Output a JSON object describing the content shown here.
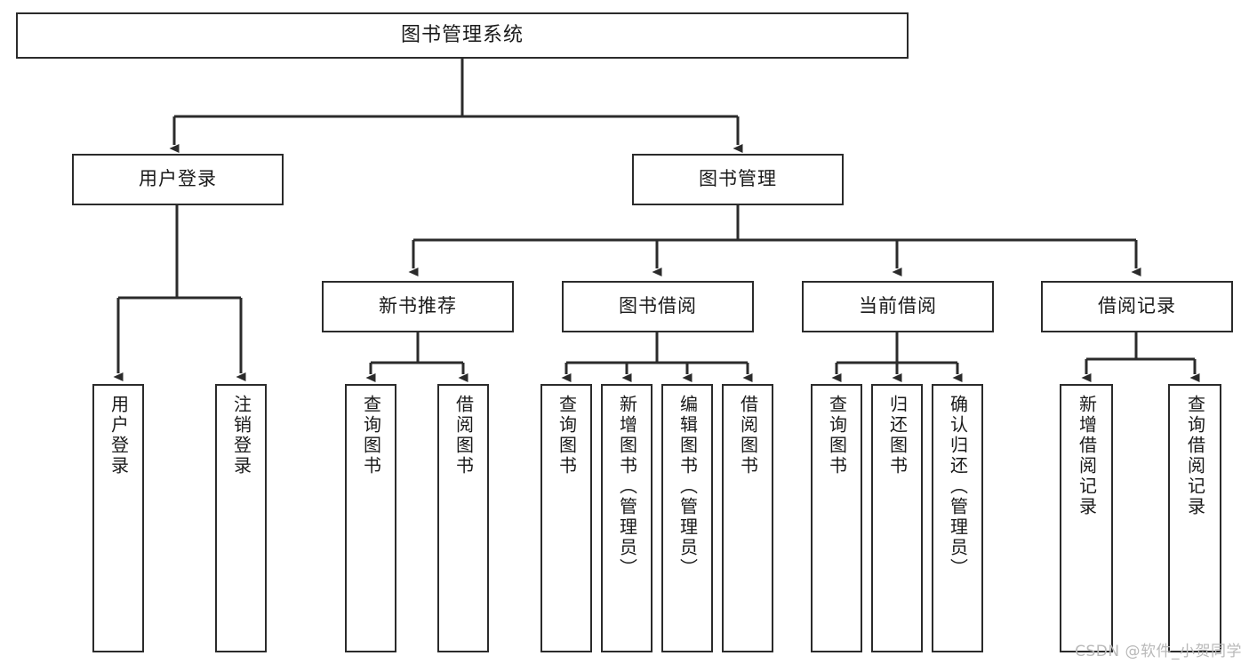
{
  "diagram": {
    "title": "图书管理系统",
    "type": "tree-hierarchy",
    "watermark": "CSDN @软件_小贺同学",
    "colors": {
      "stroke": "#2b2b2b",
      "fill": "#ffffff",
      "text": "#1a1a1a",
      "watermark": "#b9b9b9"
    }
  },
  "root": {
    "id": "root",
    "label": "图书管理系统"
  },
  "level2": [
    {
      "id": "user-login",
      "label": "用户登录"
    },
    {
      "id": "book-manage",
      "label": "图书管理"
    }
  ],
  "level3": [
    {
      "id": "new-book-rec",
      "label": "新书推荐",
      "parent": "book-manage"
    },
    {
      "id": "book-borrow",
      "label": "图书借阅",
      "parent": "book-manage"
    },
    {
      "id": "current-borrow",
      "label": "当前借阅",
      "parent": "book-manage"
    },
    {
      "id": "borrow-record",
      "label": "借阅记录",
      "parent": "book-manage"
    }
  ],
  "leaves": {
    "user_login": [
      {
        "id": "leaf-user-login",
        "label": "用户登录"
      },
      {
        "id": "leaf-logout-login",
        "label": "注销登录"
      }
    ],
    "new_book_rec": [
      {
        "id": "leaf-query-book-1",
        "label": "查询图书"
      },
      {
        "id": "leaf-borrow-book-1",
        "label": "借阅图书"
      }
    ],
    "book_borrow": [
      {
        "id": "leaf-query-book-2",
        "label": "查询图书"
      },
      {
        "id": "leaf-add-book",
        "label": "新增图书（管理员）"
      },
      {
        "id": "leaf-edit-book",
        "label": "编辑图书（管理员）"
      },
      {
        "id": "leaf-borrow-book-2",
        "label": "借阅图书"
      }
    ],
    "current_borrow": [
      {
        "id": "leaf-query-book-3",
        "label": "查询图书"
      },
      {
        "id": "leaf-return-book",
        "label": "归还图书"
      },
      {
        "id": "leaf-confirm-return",
        "label": "确认归还（管理员）"
      }
    ],
    "borrow_record": [
      {
        "id": "leaf-add-record",
        "label": "新增借阅记录"
      },
      {
        "id": "leaf-query-record",
        "label": "查询借阅记录"
      }
    ]
  }
}
